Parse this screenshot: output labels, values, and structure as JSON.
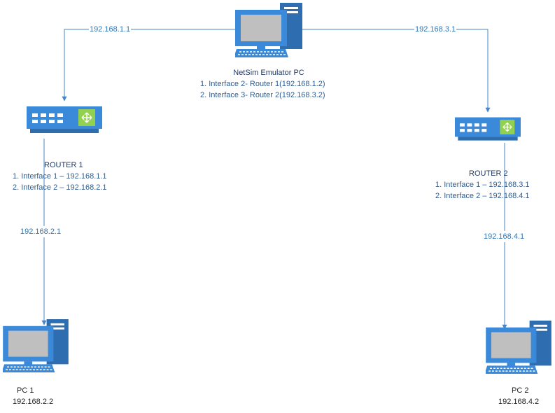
{
  "emulator": {
    "title": "NetSim Emulator PC",
    "interfaces": [
      "1. Interface 2- Router 1(192.168.1.2)",
      "2. Interface 3- Router 2(192.168.3.2)"
    ]
  },
  "links": {
    "emu_router1": "192.168.1.1",
    "emu_router2": "192.168.3.1",
    "router1_pc1": "192.168.2.1",
    "router2_pc2": "192.168.4.1"
  },
  "router1": {
    "title": "ROUTER 1",
    "interfaces": [
      "1. Interface 1 – 192.168.1.1",
      "2. Interface 2 – 192.168.2.1"
    ]
  },
  "router2": {
    "title": "ROUTER 2",
    "interfaces": [
      "1. Interface 1 – 192.168.3.1",
      "2. Interface 2 – 192.168.4.1"
    ]
  },
  "pc1": {
    "title": "PC 1",
    "ip": "192.168.2.2"
  },
  "pc2": {
    "title": "PC 2",
    "ip": "192.168.4.2"
  },
  "colors": {
    "device": "#3b8ad9",
    "device_dark": "#2e6db0",
    "screen": "#bfbfbf",
    "router_switch": "#92d050",
    "line": "#4a86c5",
    "link_label": "#2e75b6"
  },
  "icons": [
    "desktop-computer-icon",
    "router-icon"
  ]
}
